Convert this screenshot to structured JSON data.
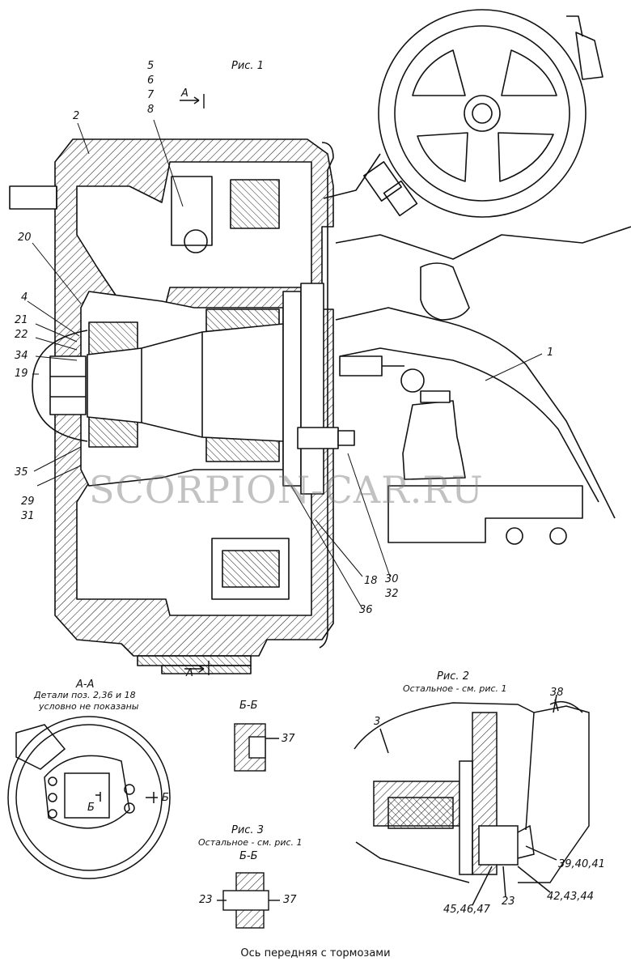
{
  "fig1": {
    "title": "Рис. 1",
    "section_a_top": "А",
    "section_a_bottom": "А",
    "labels": {
      "l5": "5",
      "l6": "6",
      "l7": "7",
      "l8": "8",
      "l2": "2",
      "l20": "20",
      "l4": "4",
      "l21": "21",
      "l22": "22",
      "l34": "34",
      "l19": "19",
      "l35": "35",
      "l29": "29",
      "l31": "31",
      "l1": "1",
      "l18": "18",
      "l30": "30",
      "l32": "32",
      "l36": "36"
    }
  },
  "section_aa": {
    "title": "А-А",
    "note_line1": "Детали поз. 2,36 и 18",
    "note_line2": "условно не показаны",
    "marker_b_inner": "Б",
    "marker_b_outer": "Б"
  },
  "section_bb_top": {
    "title": "Б-Б",
    "l37": "37"
  },
  "fig3": {
    "title": "Рис. 3",
    "note": "Остальное - см. рис. 1",
    "section": "Б-Б",
    "l23": "23",
    "l37": "37"
  },
  "fig2": {
    "title": "Рис. 2",
    "note": "Остальное - см. рис. 1",
    "l38": "38",
    "l3": "3",
    "l39": "39,40,41",
    "l42": "42,43,44",
    "l45": "45,46,47",
    "l23": "23"
  },
  "caption": "Ось передняя с тормозами",
  "watermark": "SCORPION-CAR.RU"
}
